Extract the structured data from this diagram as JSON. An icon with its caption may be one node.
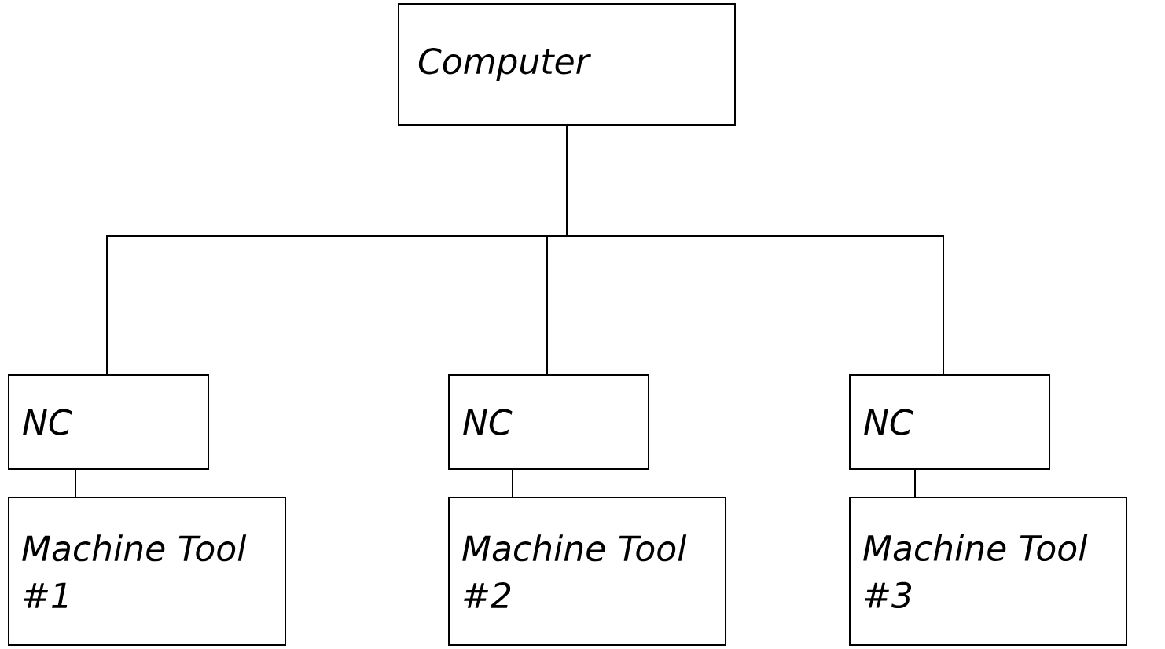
{
  "diagram": {
    "nodes": [
      {
        "text": [
          "Computer"
        ]
      },
      {
        "text": [
          "NC"
        ]
      },
      {
        "text": [
          "NC"
        ]
      },
      {
        "text": [
          "NC"
        ]
      },
      {
        "text": [
          "Machine Tool #1"
        ]
      },
      {
        "text": [
          "Machine Tool #2"
        ]
      },
      {
        "text": [
          "Machine Tool #3"
        ]
      }
    ],
    "edges": [
      {
        "from": 0,
        "to": 1,
        "arrow": "none"
      },
      {
        "from": 0,
        "to": 2,
        "arrow": "none"
      },
      {
        "from": 0,
        "to": 3,
        "arrow": "none"
      },
      {
        "from": 1,
        "to": 4,
        "arrow": "none"
      },
      {
        "from": 2,
        "to": 5,
        "arrow": "none"
      },
      {
        "from": 3,
        "to": 6,
        "arrow": "none"
      }
    ]
  }
}
